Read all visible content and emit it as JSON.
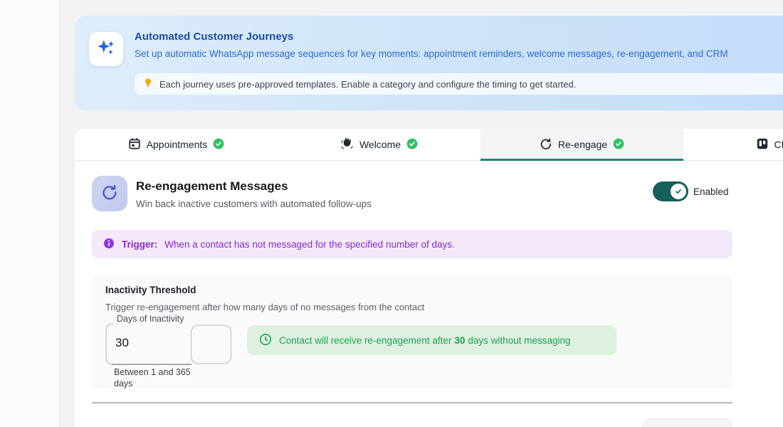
{
  "banner": {
    "title": "Automated Customer Journeys",
    "subtitle": "Set up automatic WhatsApp message sequences for key moments: appointment reminders, welcome messages, re-engagement, and CRM",
    "tip": "Each journey uses pre-approved templates. Enable a category and configure the timing to get started."
  },
  "tabs": [
    {
      "label": "Appointments",
      "icon": "calendar-icon",
      "status": "enabled"
    },
    {
      "label": "Welcome",
      "icon": "wave-hand-icon",
      "status": "enabled"
    },
    {
      "label": "Re-engage",
      "icon": "refresh-icon",
      "status": "enabled",
      "active": true
    },
    {
      "label": "CRM",
      "icon": "kanban-icon",
      "status": "enabled"
    }
  ],
  "section": {
    "title": "Re-engagement Messages",
    "subtitle": "Win back inactive customers with automated follow-ups",
    "toggle_label": "Enabled",
    "toggle_on": true
  },
  "trigger": {
    "label": "Trigger:",
    "text": "When a contact has not messaged for the specified number of days."
  },
  "threshold": {
    "title": "Inactivity Threshold",
    "description": "Trigger re-engagement after how many days of no messages from the contact",
    "field_label": "Days of Inactivity",
    "field_value": "30",
    "field_helper": "Between 1 and 365 days",
    "note_prefix": "Contact will receive re-engagement after",
    "note_value": "30",
    "note_suffix": "days without messaging"
  },
  "colors": {
    "accent_teal": "#136158",
    "tab_indicator": "#20857a",
    "banner_heading_blue": "#1c4da6",
    "banner_text_blue": "#2e6ccd",
    "trigger_purple": "#8a2bc6",
    "note_green": "#1ea254",
    "check_badge_green": "#2fc163",
    "sparkle_blue": "#2563eb",
    "section_icon_indigo": "#4e59cb"
  }
}
